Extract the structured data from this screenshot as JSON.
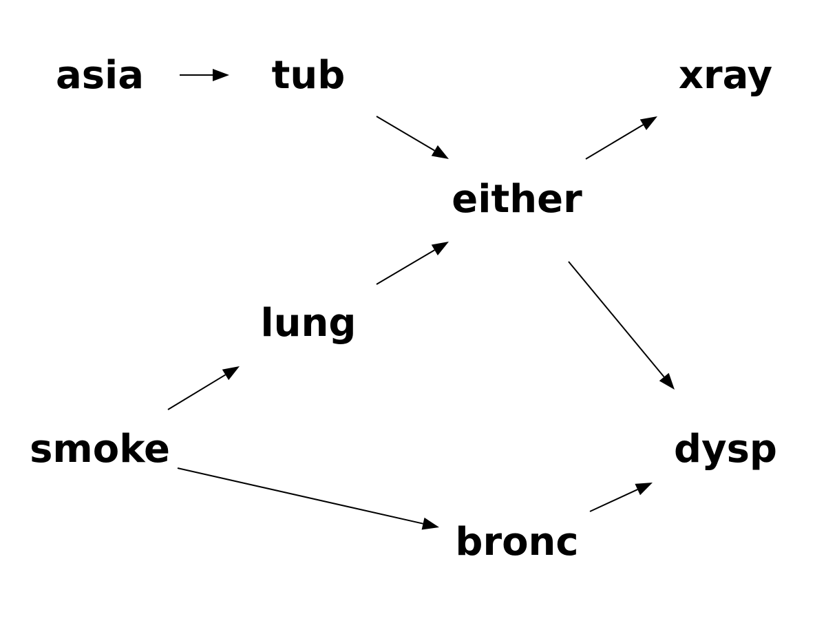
{
  "nodes": [
    {
      "id": "asia",
      "label": "asia"
    },
    {
      "id": "tub",
      "label": "tub"
    },
    {
      "id": "xray",
      "label": "xray"
    },
    {
      "id": "either",
      "label": "either"
    },
    {
      "id": "lung",
      "label": "lung"
    },
    {
      "id": "smoke",
      "label": "smoke"
    },
    {
      "id": "dysp",
      "label": "dysp"
    },
    {
      "id": "bronc",
      "label": "bronc"
    }
  ],
  "edges": [
    {
      "from": "asia",
      "to": "tub"
    },
    {
      "from": "tub",
      "to": "either"
    },
    {
      "from": "either",
      "to": "xray"
    },
    {
      "from": "lung",
      "to": "either"
    },
    {
      "from": "either",
      "to": "dysp"
    },
    {
      "from": "smoke",
      "to": "lung"
    },
    {
      "from": "smoke",
      "to": "bronc"
    },
    {
      "from": "bronc",
      "to": "dysp"
    }
  ]
}
